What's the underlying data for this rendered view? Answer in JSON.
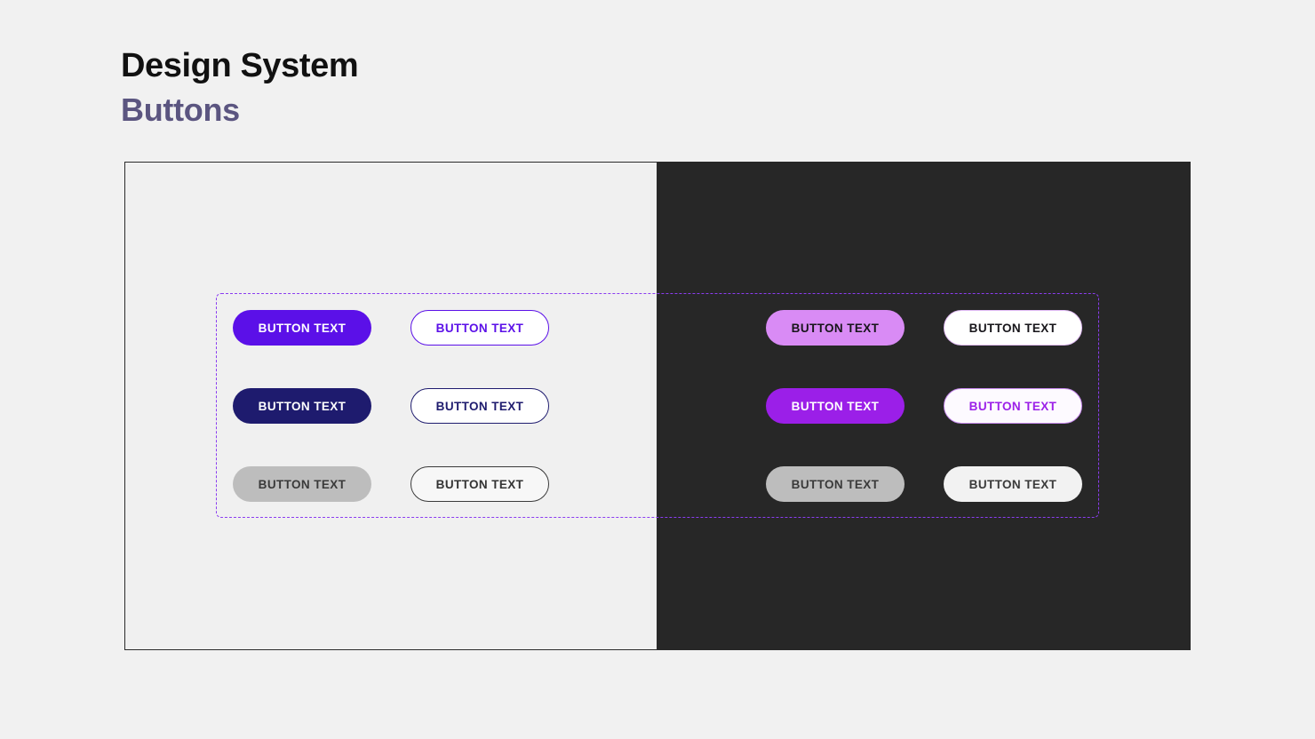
{
  "heading": {
    "title": "Design System",
    "subtitle": "Buttons"
  },
  "colors": {
    "page_background": "#F1F1F1",
    "panel_light_background": "#F0F0F0",
    "panel_light_border": "#2B2B2B",
    "panel_dark_background": "#272727",
    "selection_border": "#8B3DF0",
    "title_text": "#111111",
    "subtitle_text": "#5B5580",
    "primary_purple": "#5B10E8",
    "primary_navy": "#1E1B6E",
    "disabled_gray": "#BDBDBD",
    "dark_primary_light_purple": "#D98BF5",
    "dark_primary_purple": "#9B1FE8"
  },
  "light_panel": {
    "name": "light-theme-panel",
    "buttons": [
      {
        "label": "BUTTON TEXT",
        "variant": "primary-default"
      },
      {
        "label": "BUTTON TEXT",
        "variant": "outline-default"
      },
      {
        "label": "BUTTON TEXT",
        "variant": "primary-hover"
      },
      {
        "label": "BUTTON TEXT",
        "variant": "outline-hover"
      },
      {
        "label": "BUTTON TEXT",
        "variant": "primary-disabled"
      },
      {
        "label": "BUTTON TEXT",
        "variant": "outline-disabled"
      }
    ]
  },
  "dark_panel": {
    "name": "dark-theme-panel",
    "buttons": [
      {
        "label": "BUTTON TEXT",
        "variant": "primary-default"
      },
      {
        "label": "BUTTON TEXT",
        "variant": "outline-default"
      },
      {
        "label": "BUTTON TEXT",
        "variant": "primary-hover"
      },
      {
        "label": "BUTTON TEXT",
        "variant": "outline-hover"
      },
      {
        "label": "BUTTON TEXT",
        "variant": "primary-disabled"
      },
      {
        "label": "BUTTON TEXT",
        "variant": "outline-disabled"
      }
    ]
  },
  "selection": {
    "name": "selection-frame"
  }
}
